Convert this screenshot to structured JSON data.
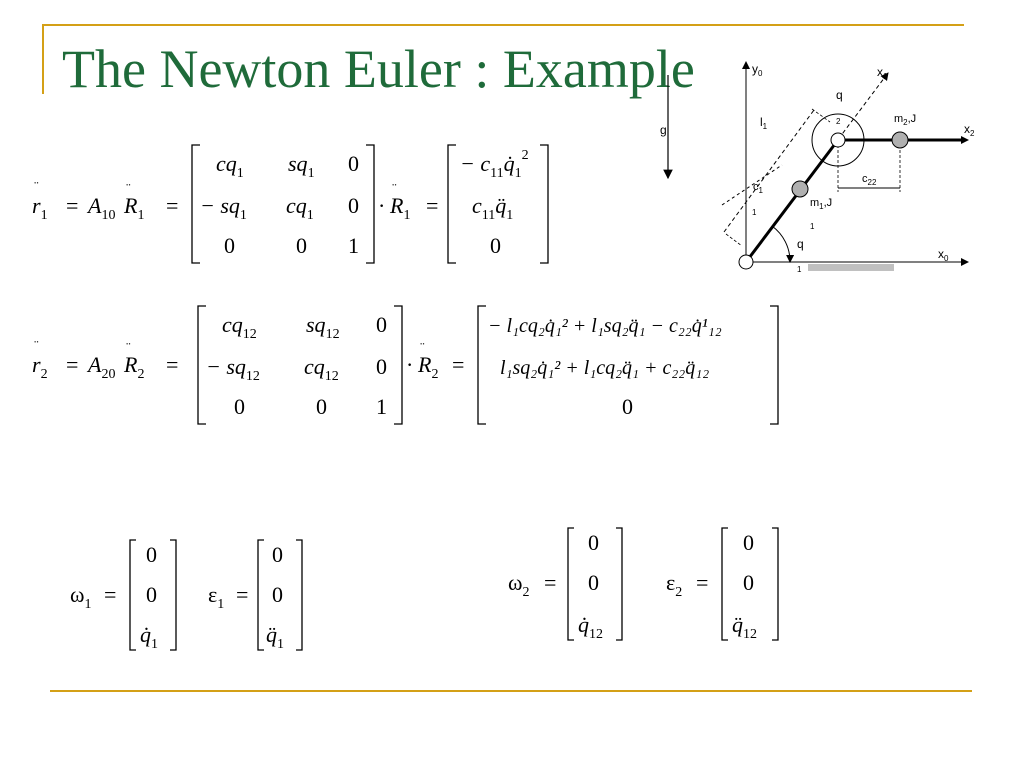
{
  "slide": {
    "title": "The Newton Euler : Example"
  },
  "diagram": {
    "y0": "y",
    "y0_sub": "0",
    "x0": "x",
    "x0_sub": "0",
    "x1": "x",
    "x1_sub": "1",
    "x2": "x",
    "x2_sub": "2",
    "g": "g",
    "l1": "l",
    "l1_sub": "1",
    "c1": "c",
    "c1_sub": "1",
    "c22": "c",
    "c22_sub": "22",
    "m1": "m",
    "m1_sub": "1",
    "m1_j": ",J",
    "m2": "m",
    "m2_sub": "2",
    "m2_j": ",J",
    "q1": "q",
    "q1_sub": "1",
    "q2": "q",
    "q2_sub": "2",
    "joint_1": "1",
    "joint_2": "2",
    "mass_1_sub": "1",
    "mass_2_sub": "2"
  },
  "equations": {
    "r1_lhs": "r",
    "r1_sub": "1",
    "A10": "A",
    "A10_sub": "10",
    "R1": "R",
    "R1_sub": "1",
    "eq": "=",
    "dot": "·",
    "r2_lhs": "r",
    "r2_sub": "2",
    "A20": "A",
    "A20_sub": "20",
    "R2": "R",
    "R2_sub": "2",
    "matrix1": {
      "r0": [
        "cq",
        "1",
        "sq",
        "1",
        "0"
      ],
      "r1": [
        "− sq",
        "1",
        "cq",
        "1",
        "0"
      ],
      "r2": [
        "0",
        "0",
        "1"
      ]
    },
    "vec1": {
      "r0": "− c",
      "r0_sub": "11",
      "r0_q": "q̇",
      "r0_qsub": "1",
      "r0_sup": "2",
      "r1": "c",
      "r1_sub": "11",
      "r1_q": "q̈",
      "r1_qsub": "1",
      "r2": "0"
    },
    "matrix2": {
      "r0": [
        "cq",
        "12",
        "sq",
        "12",
        "0"
      ],
      "r1": [
        "− sq",
        "12",
        "cq",
        "12",
        "0"
      ],
      "r2": [
        "0",
        "0",
        "1"
      ]
    },
    "vec2": {
      "r0_text": "− l₁cq₂q̇₁² + l₁sq₂q̈₁ − c₂₂q̇¹₁₂",
      "r1_text": "l₁sq₂q̇₁² + l₁cq₂q̈₁ + c₂₂q̈₁₂",
      "r2": "0"
    },
    "omega1": "ω",
    "omega1_sub": "1",
    "omega1_vec": [
      "0",
      "0",
      "q̇",
      "1"
    ],
    "eps1": "ε",
    "eps1_sub": "1",
    "eps1_vec": [
      "0",
      "0",
      "q̈",
      "1"
    ],
    "omega2": "ω",
    "omega2_sub": "2",
    "omega2_vec": [
      "0",
      "0",
      "q̇",
      "12"
    ],
    "eps2": "ε",
    "eps2_sub": "2",
    "eps2_vec": [
      "0",
      "0",
      "q̈",
      "12"
    ]
  },
  "colors": {
    "title": "#1f6b3a",
    "rule": "#d4a017",
    "mass_fill": "#b0b0b0",
    "ground": "#c0c0c0"
  }
}
